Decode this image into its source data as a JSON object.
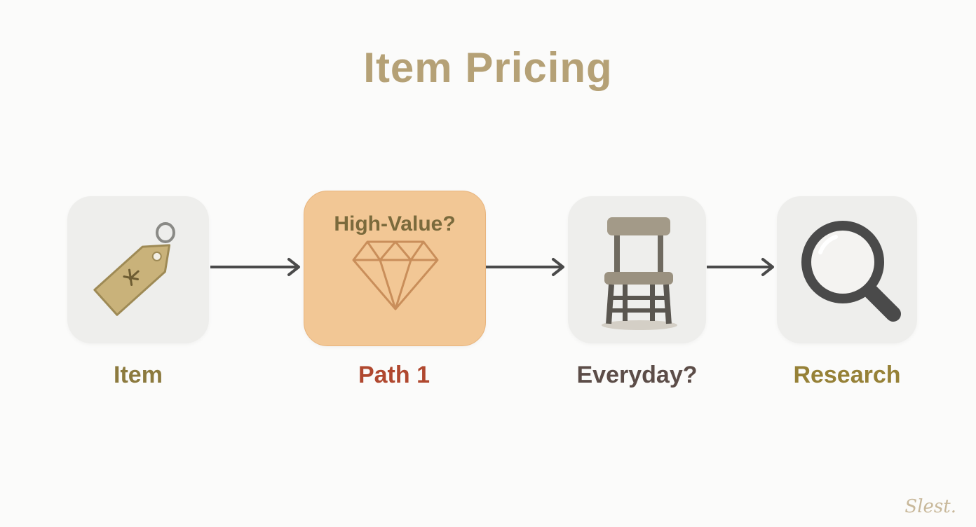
{
  "title": "Item Pricing",
  "nodes": [
    {
      "label": "Item",
      "icon": "price-tag-icon",
      "label_color": "#8c7a3e"
    },
    {
      "inner_text": "High-Value?",
      "label": "Path 1",
      "icon": "diamond-icon",
      "label_color": "#b0482f",
      "box_color": "#f2c795"
    },
    {
      "label": "Everyday?",
      "icon": "chair-icon",
      "label_color": "#5c4d48"
    },
    {
      "label": "Research",
      "icon": "magnifying-glass-icon",
      "label_color": "#968137"
    }
  ],
  "watermark": "Slest.",
  "colors": {
    "title": "#b5a176",
    "arrow": "#4a4a4a",
    "node_bg": "#eeeeec"
  }
}
